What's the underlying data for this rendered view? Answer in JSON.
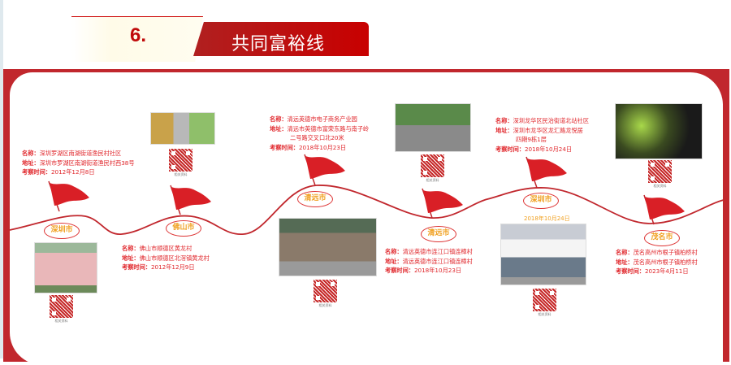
{
  "header": {
    "number": "6.",
    "title": "共同富裕线"
  },
  "qr_caption": "相关资料",
  "stops": [
    {
      "city": "深圳市",
      "name_label": "名称：",
      "name": "深圳罗湖区南湖街道渔民村社区",
      "addr_label": "地址：",
      "addr": "深圳市罗湖区南湖街道渔民村西38号",
      "time_label": "考察时间：",
      "time": "2012年12月8日"
    },
    {
      "city": "佛山市",
      "name_label": "名称：",
      "name": "佛山市顺德区黄龙村",
      "addr_label": "地址：",
      "addr": "佛山市顺德区北滘镇黄龙村",
      "time_label": "考察时间：",
      "time": "2012年12月9日"
    },
    {
      "city": "清远市",
      "name_label": "名称：",
      "name": "清远英德市电子商务产业园",
      "addr_label": "地址：",
      "addr": "清远市英德市富荣东路与南子岭",
      "addr2": "二号路交叉口北20米",
      "time_label": "考察时间：",
      "time": "2018年10月23日"
    },
    {
      "city": "清远市",
      "name_label": "名称：",
      "name": "清远英德市连江口镇连樟村",
      "addr_label": "地址：",
      "addr": "清远英德市连江口镇连樟村",
      "time_label": "考察时间：",
      "time": "2018年10月23日"
    },
    {
      "city": "深圳市",
      "name_label": "名称：",
      "name": "深圳龙华区民治街道北站社区",
      "addr_label": "地址：",
      "addr": "深圳市龙华区龙汇路龙悦居",
      "addr2": "四期9栋1层",
      "time_label": "考察时间：",
      "time": "2018年10月24日",
      "photo_date": "2018年10月24日"
    },
    {
      "city": "茂名市",
      "name_label": "名称：",
      "name": "茂名高州市根子镇柏桥村",
      "addr_label": "地址：",
      "addr": "茂名高州市根子镇柏桥村",
      "time_label": "考察时间：",
      "time": "2023年4月11日"
    }
  ],
  "colors": {
    "primary_red": "#c1272d",
    "text_red": "#e0262b",
    "city_orange": "#f0a020"
  }
}
